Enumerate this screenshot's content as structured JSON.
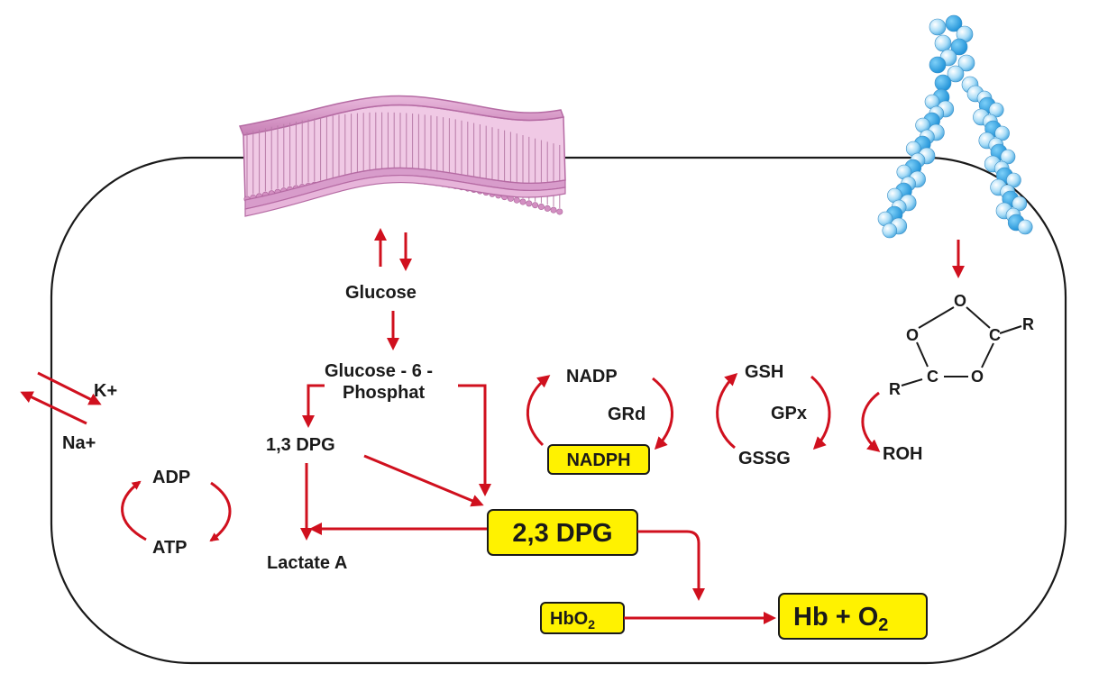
{
  "colors": {
    "arrow": "#d0101e",
    "highlight": "#fff200",
    "membrane": "#e3a6d4",
    "lipid": "#6fc3ee"
  },
  "icons": [
    "membrane-bilayer",
    "lipid-molecule",
    "ozonide-ring"
  ],
  "labels": {
    "glucose": "Glucose",
    "g6p_1": "Glucose - 6 -",
    "g6p_2": "Phosphat",
    "dpg13": "1,3 DPG",
    "lactate": "Lactate A",
    "dpg23": "2,3 DPG",
    "hbo2_main": "HbO",
    "hbo2_sub": "2",
    "hb_main": "Hb + O",
    "hb_sub": "2",
    "k": "K+",
    "na": "Na+",
    "adp": "ADP",
    "atp": "ATP",
    "nadp": "NADP",
    "grd": "GRd",
    "nadph": "NADPH",
    "gsh": "GSH",
    "gpx": "GPx",
    "gssg": "GSSG",
    "roh": "ROH"
  },
  "ozonide": {
    "o1": "O",
    "o2": "O",
    "o3": "O",
    "c1": "C",
    "c2": "C",
    "r1": "R",
    "r2": "R"
  }
}
